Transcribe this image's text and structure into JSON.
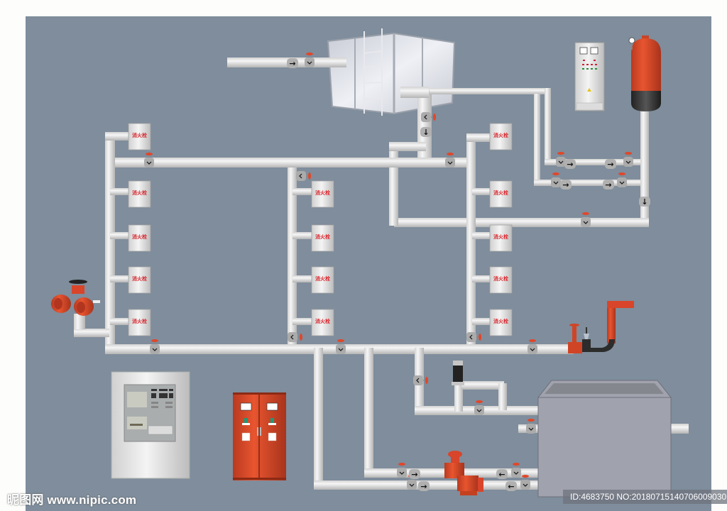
{
  "title": "Fire hydrant water supply system diagram",
  "colors": {
    "background": "#fdfdfb",
    "panel": "#7f8d9c",
    "pipe": "#e6e6e6",
    "pipe_shadow": "#b9b9b9",
    "valve_body": "#a8a8a8",
    "handwheel": "#e0472a",
    "equipment_red": "#cf4628",
    "tank": "#a0a2ad",
    "hydrant_label": "#d8232a"
  },
  "hydrant_cabinet_label": "消火栓",
  "hydrant_cabinets": {
    "left_riser": [
      "消火栓",
      "消火栓",
      "消火栓",
      "消火栓",
      "消火栓"
    ],
    "middle_riser": [
      "消火栓",
      "消火栓",
      "消火栓",
      "消火栓"
    ],
    "right_riser": [
      "消火栓",
      "消火栓",
      "消火栓",
      "消火栓",
      "消火栓"
    ]
  },
  "components": [
    {
      "name": "rooftop-water-tank",
      "label": "Rooftop water tank"
    },
    {
      "name": "pressure-tank",
      "label": "Pressure tank"
    },
    {
      "name": "control-cabinet",
      "label": "Pump control cabinet"
    },
    {
      "name": "fire-alarm-panel",
      "label": "Fire alarm control panel"
    },
    {
      "name": "pump-control-cabinet-red",
      "label": "Fire pump control cabinet"
    },
    {
      "name": "fire-pump-connector",
      "label": "Fire department pump connector"
    },
    {
      "name": "underground-water-pool",
      "label": "Underground water pool"
    },
    {
      "name": "fire-pumps",
      "label": "Fire pumps"
    },
    {
      "name": "outlet-riser",
      "label": "Test outlet riser"
    },
    {
      "name": "surge-arrester",
      "label": "Surge arrester"
    }
  ],
  "flow_arrows": {
    "right": "→",
    "left": "←",
    "down": "↓",
    "check_left": "<",
    "check_down": "⌄"
  },
  "watermark": {
    "site": "昵图网 www.nipic.com",
    "id": "ID:4683750 NO:20180715140706009030"
  }
}
